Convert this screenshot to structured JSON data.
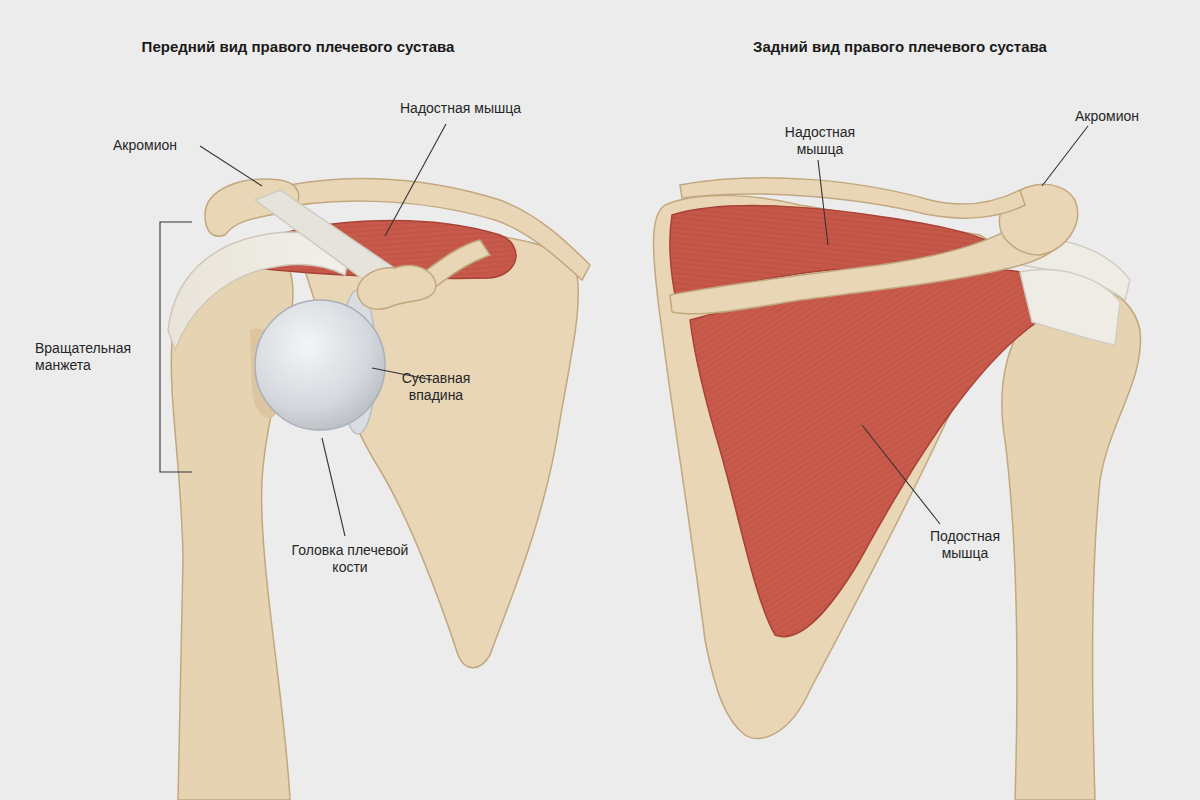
{
  "diagram": {
    "labels": [
      "Передний вид правого плечевого сустава",
      "Задний вид правого плечевого сустава",
      "Акромион",
      "Надостная мышца",
      "Вращательная манжета",
      "Суставная впадина",
      "Головка плечевой кости",
      "Надостная мышца",
      "Акромион",
      "Подостная мышца"
    ]
  }
}
